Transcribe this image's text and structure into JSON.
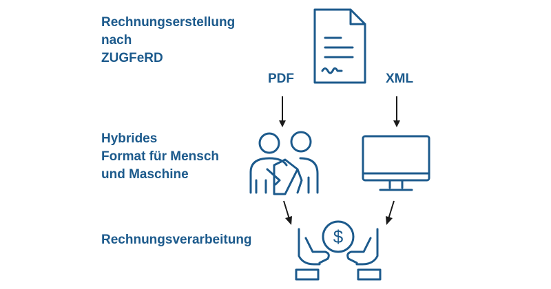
{
  "labels": {
    "top": [
      "Rechnungserstellung",
      "nach",
      "ZUGFeRD"
    ],
    "middle": [
      "Hybrides",
      "Format für Mensch",
      "und Maschine"
    ],
    "bottom": "Rechnungsverarbeitung"
  },
  "formats": {
    "pdf": "PDF",
    "xml": "XML"
  },
  "icons": {
    "document": "invoice-document-icon",
    "people": "two-people-icon",
    "monitor": "computer-monitor-icon",
    "hands": "hands-holding-coin-icon",
    "coin_symbol": "$"
  },
  "colors": {
    "primary": "#1c5a8c",
    "arrow": "#1a1a1a"
  }
}
